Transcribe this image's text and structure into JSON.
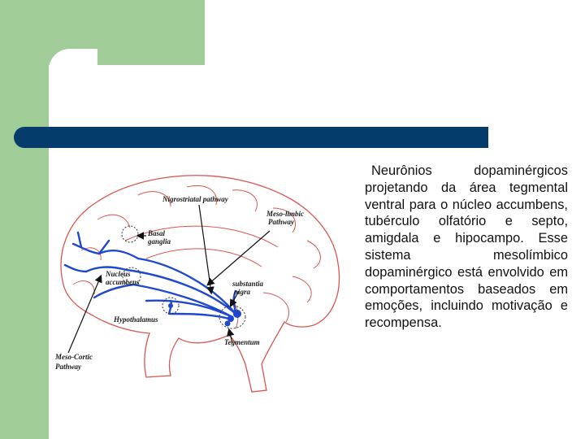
{
  "slide": {
    "body_text": "Neurônios dopaminérgicos projetando da área tegmental ventral para o núcleo accumbens, tubérculo olfatório e septo, amigdala e hipocampo. Esse sistema mesolímbico dopaminérgico está envolvido em comportamentos baseados em emoções, incluindo motivação e recompensa."
  },
  "diagram": {
    "labels": {
      "nigrostriatal": "Nigrostriatal pathway",
      "mesolimbic_1": "Meso-limbic",
      "mesolimbic_2": "Pathway",
      "basal_1": "Basal",
      "basal_2": "ganglia",
      "nucleus_1": "Nucleus",
      "nucleus_2": "accumbens",
      "substantia_1": "substantia",
      "substantia_2": "nigra",
      "hypothalamus": "Hypothalamus",
      "tegmentum": "Tegmentum",
      "mesocortic_1": "Meso-Cortic",
      "mesocortic_2": "Pathway"
    },
    "colors": {
      "outline": "#d9554f",
      "pathway": "#1e48d0",
      "arrow": "#111111"
    }
  },
  "theme": {
    "green": "#a0cc98",
    "bar": "#063c6c"
  }
}
